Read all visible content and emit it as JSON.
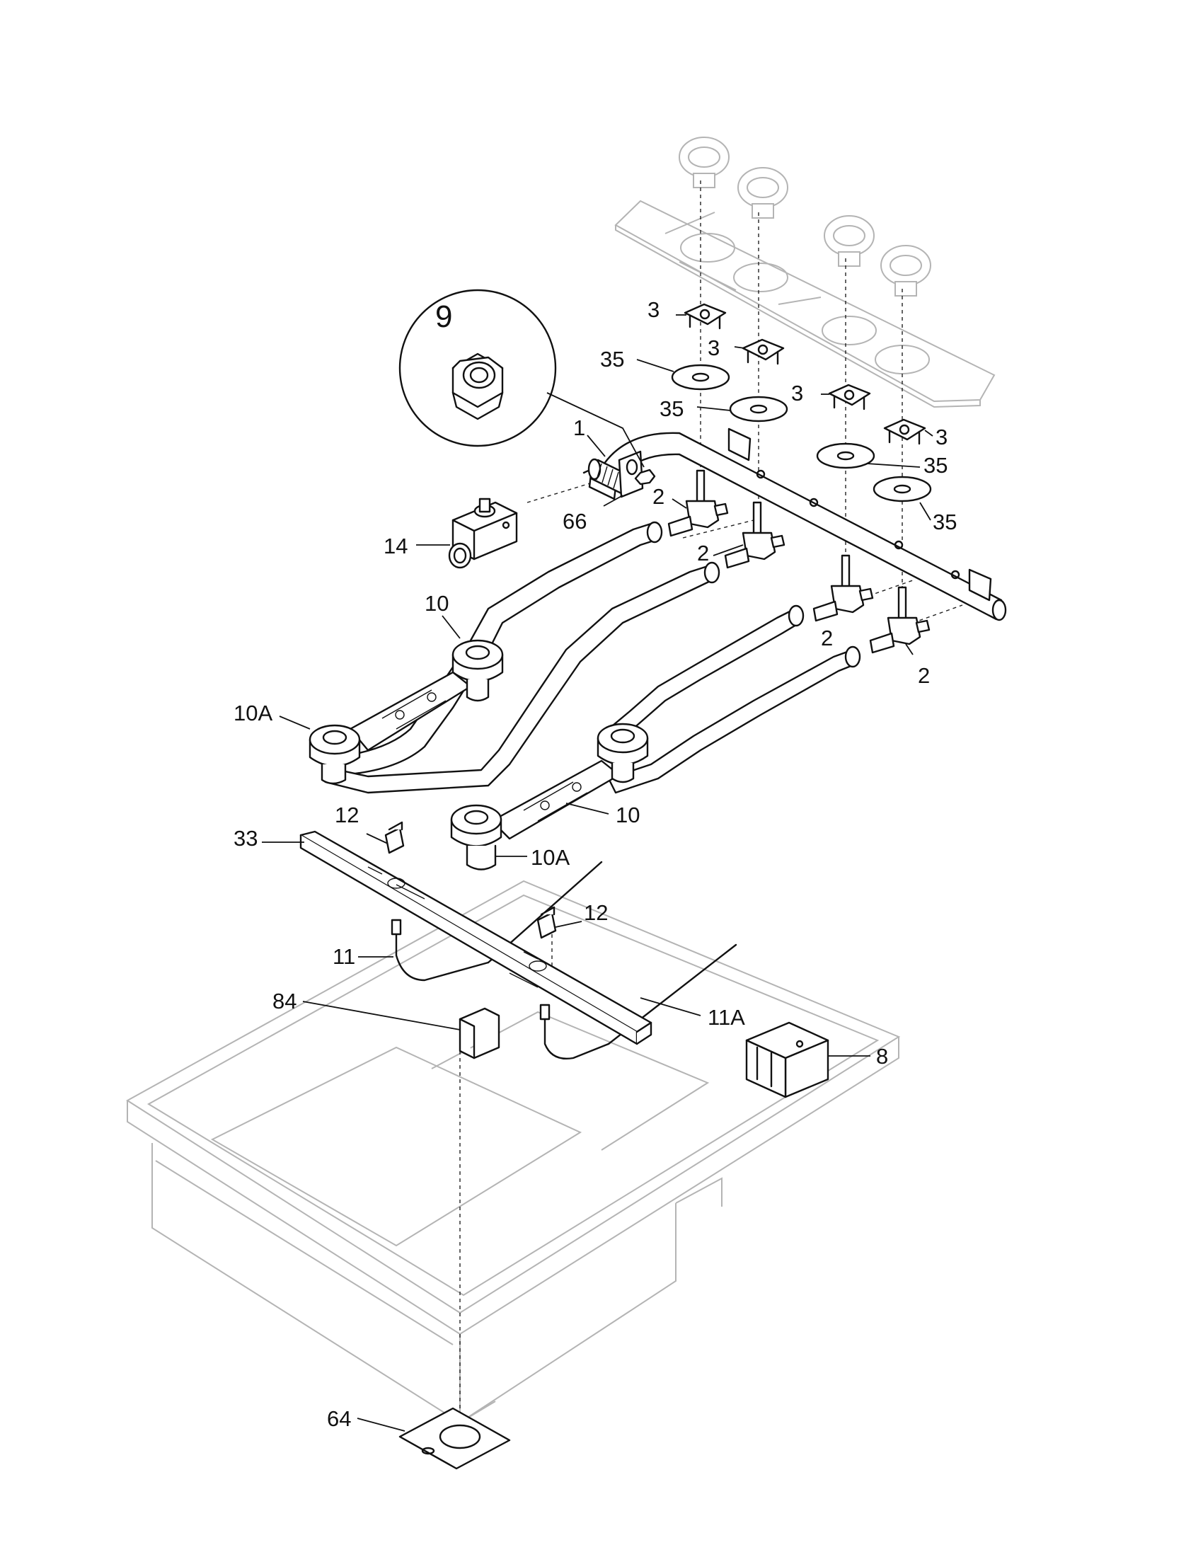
{
  "diagram": {
    "callouts": [
      {
        "id": "c9",
        "text": "9"
      },
      {
        "id": "c3a",
        "text": "3"
      },
      {
        "id": "c3b",
        "text": "3"
      },
      {
        "id": "c3c",
        "text": "3"
      },
      {
        "id": "c3d",
        "text": "3"
      },
      {
        "id": "c35a",
        "text": "35"
      },
      {
        "id": "c35b",
        "text": "35"
      },
      {
        "id": "c35c",
        "text": "35"
      },
      {
        "id": "c35d",
        "text": "35"
      },
      {
        "id": "c1",
        "text": "1"
      },
      {
        "id": "c66",
        "text": "66"
      },
      {
        "id": "c2a",
        "text": "2"
      },
      {
        "id": "c2b",
        "text": "2"
      },
      {
        "id": "c2c",
        "text": "2"
      },
      {
        "id": "c2d",
        "text": "2"
      },
      {
        "id": "c14",
        "text": "14"
      },
      {
        "id": "c10a",
        "text": "10"
      },
      {
        "id": "c10b",
        "text": "10"
      },
      {
        "id": "c10Aa",
        "text": "10A"
      },
      {
        "id": "c10Ab",
        "text": "10A"
      },
      {
        "id": "c33",
        "text": "33"
      },
      {
        "id": "c12a",
        "text": "12"
      },
      {
        "id": "c12b",
        "text": "12"
      },
      {
        "id": "c11",
        "text": "11"
      },
      {
        "id": "c11A",
        "text": "11A"
      },
      {
        "id": "c84",
        "text": "84"
      },
      {
        "id": "c8",
        "text": "8"
      },
      {
        "id": "c64",
        "text": "64"
      }
    ]
  }
}
